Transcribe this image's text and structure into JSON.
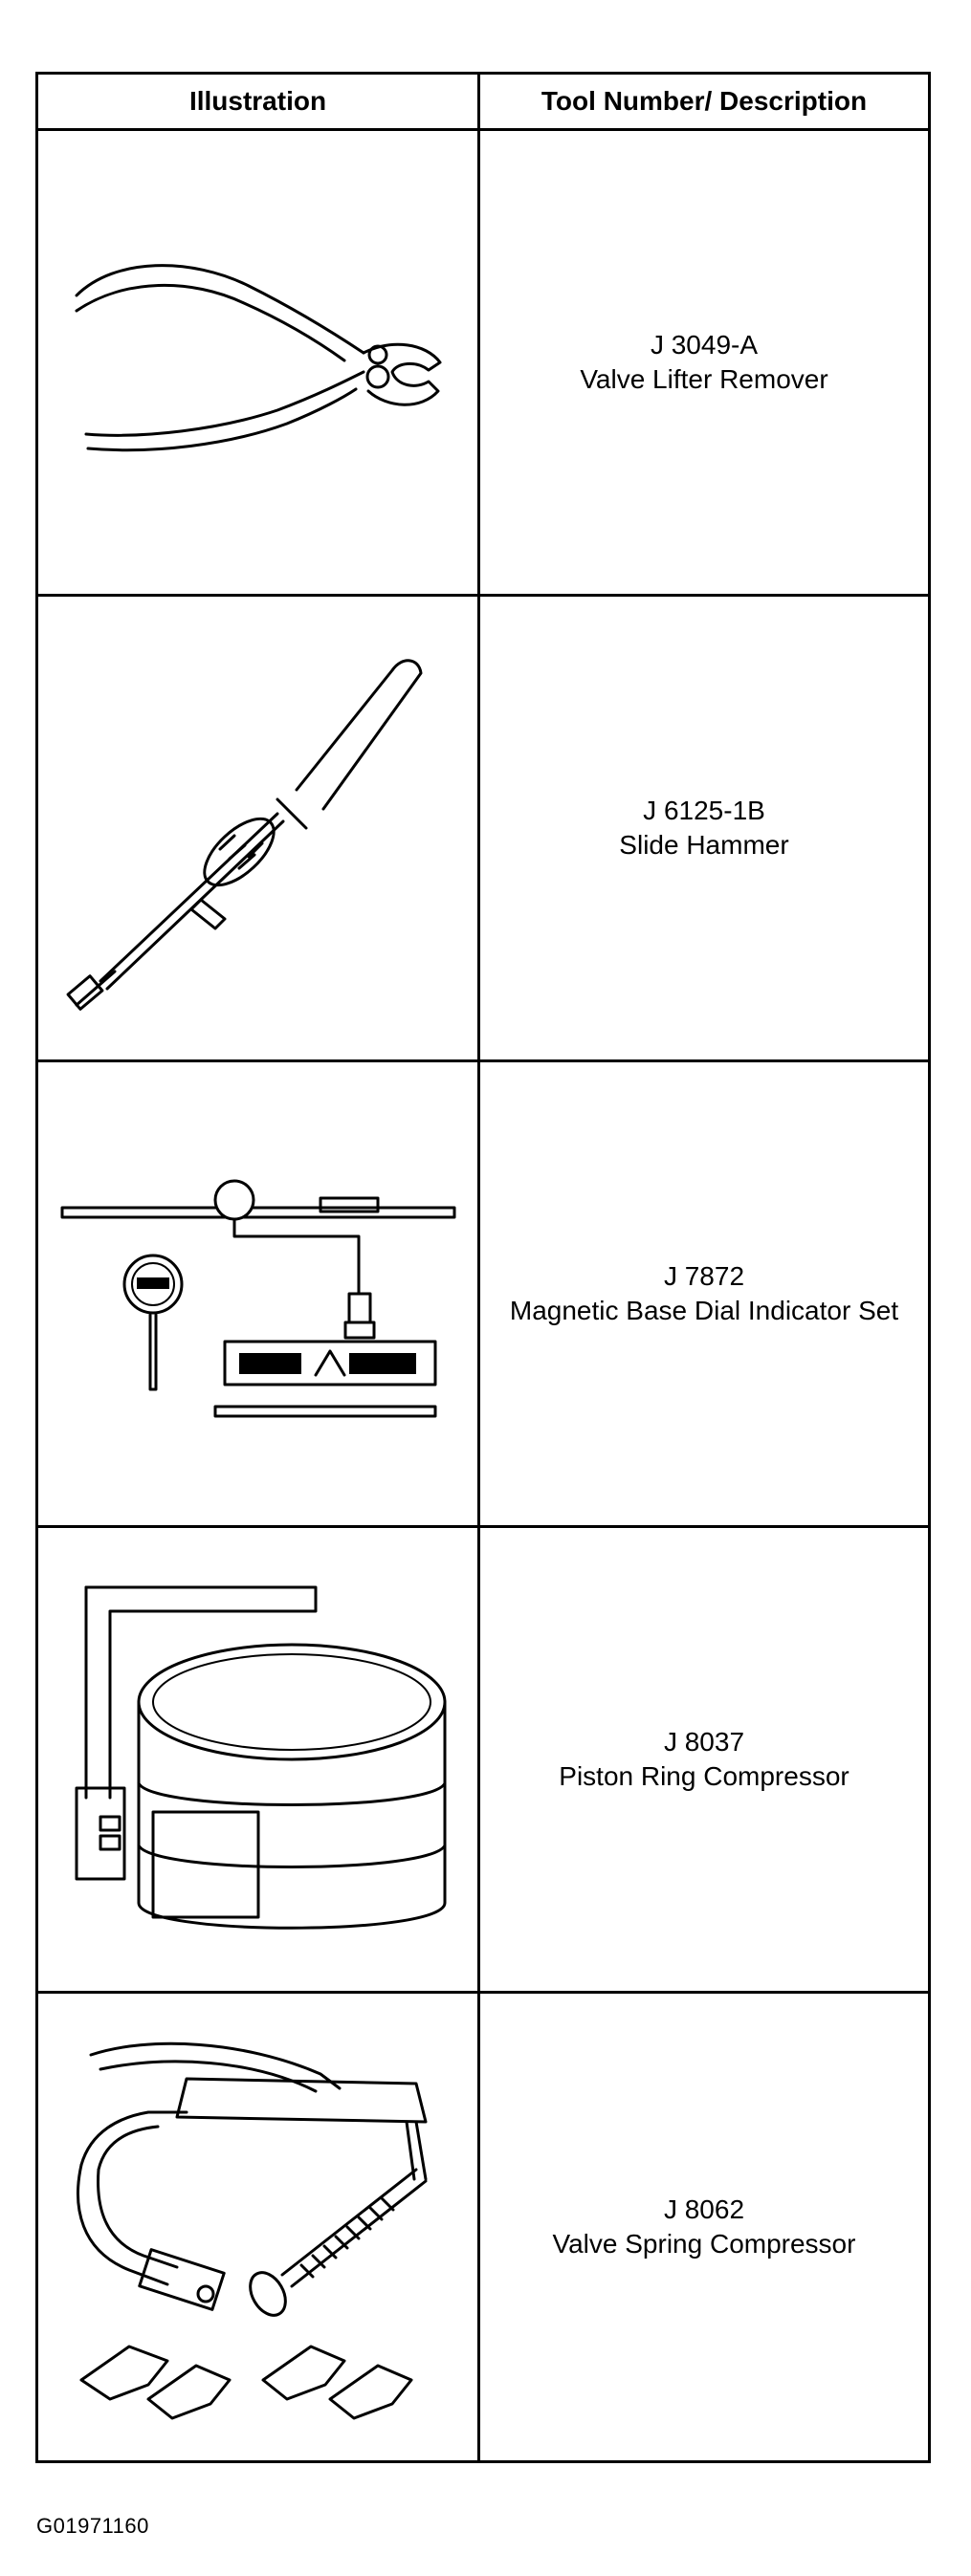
{
  "table": {
    "header": {
      "illustration": "Illustration",
      "description": "Tool Number/ Description"
    },
    "rows": [
      {
        "number": "J 3049-A",
        "name": "Valve Lifter Remover",
        "icon": "pliers-icon"
      },
      {
        "number": "J 6125-1B",
        "name": "Slide Hammer",
        "icon": "slide-hammer-icon"
      },
      {
        "number": "J 7872",
        "name": "Magnetic Base Dial Indicator Set",
        "icon": "dial-indicator-icon"
      },
      {
        "number": "J 8037",
        "name": "Piston Ring Compressor",
        "icon": "ring-compressor-icon"
      },
      {
        "number": "J 8062",
        "name": "Valve Spring Compressor",
        "icon": "spring-compressor-icon"
      }
    ]
  },
  "figure_id": "G01971160"
}
